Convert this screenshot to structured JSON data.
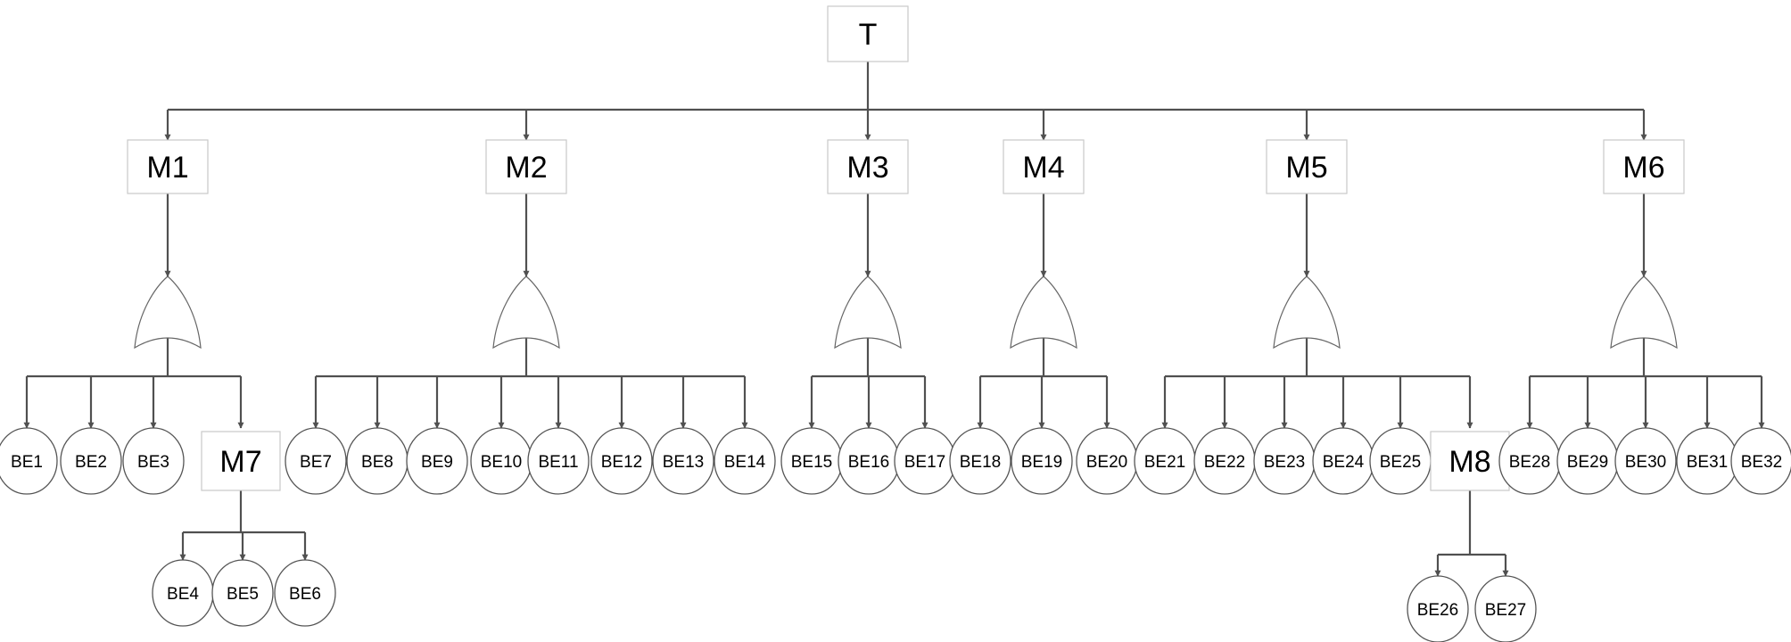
{
  "diagram": {
    "top_event": "T",
    "intermediate_events": [
      {
        "id": "M1",
        "gate": "OR",
        "children": [
          "BE1",
          "BE2",
          "BE3",
          "M7"
        ]
      },
      {
        "id": "M2",
        "gate": "OR",
        "children": [
          "BE7",
          "BE8",
          "BE9",
          "BE10",
          "BE11",
          "BE12",
          "BE13",
          "BE14"
        ]
      },
      {
        "id": "M3",
        "gate": "OR",
        "children": [
          "BE15",
          "BE16",
          "BE17"
        ]
      },
      {
        "id": "M4",
        "gate": "OR",
        "children": [
          "BE18",
          "BE19",
          "BE20"
        ]
      },
      {
        "id": "M5",
        "gate": "OR",
        "children": [
          "BE21",
          "BE22",
          "BE23",
          "BE24",
          "BE25",
          "M8"
        ]
      },
      {
        "id": "M6",
        "gate": "OR",
        "children": [
          "BE28",
          "BE29",
          "BE30",
          "BE31",
          "BE32"
        ]
      },
      {
        "id": "M7",
        "gate": "none",
        "children": [
          "BE4",
          "BE5",
          "BE6"
        ]
      },
      {
        "id": "M8",
        "gate": "none",
        "children": [
          "BE26",
          "BE27"
        ]
      }
    ],
    "basic_events": [
      "BE1",
      "BE2",
      "BE3",
      "BE4",
      "BE5",
      "BE6",
      "BE7",
      "BE8",
      "BE9",
      "BE10",
      "BE11",
      "BE12",
      "BE13",
      "BE14",
      "BE15",
      "BE16",
      "BE17",
      "BE18",
      "BE19",
      "BE20",
      "BE21",
      "BE22",
      "BE23",
      "BE24",
      "BE25",
      "BE26",
      "BE27",
      "BE28",
      "BE29",
      "BE30",
      "BE31",
      "BE32"
    ]
  }
}
